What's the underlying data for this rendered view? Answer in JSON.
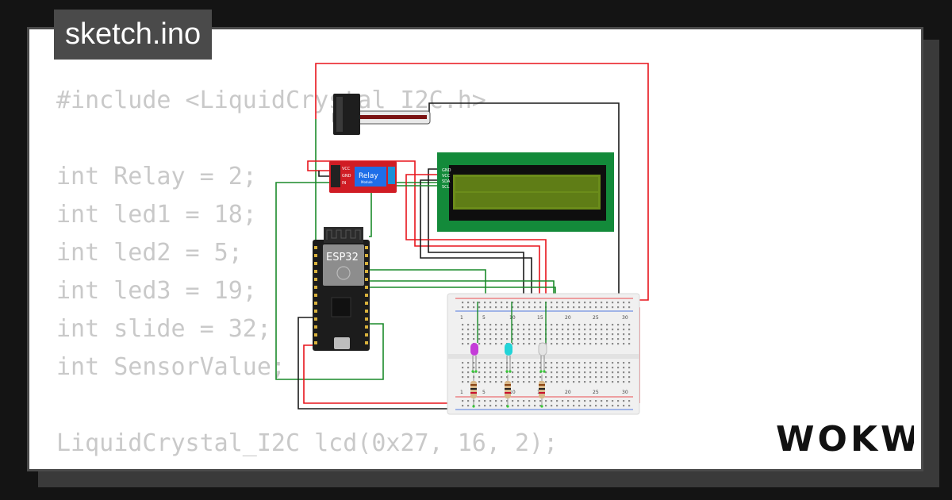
{
  "tab": {
    "filename": "sketch.ino"
  },
  "code_lines": [
    "#include <LiquidCrystal_I2C.h>",
    "",
    "int Relay = 2;",
    "int led1 = 18;",
    "int led2 = 5;",
    "int led3 = 19;",
    "int slide = 32;",
    "int SensorValue;",
    "",
    "LiquidCrystal_I2C lcd(0x27, 16, 2);"
  ],
  "brand": {
    "logo_text": "WOKWi"
  },
  "parts": {
    "esp32_label": "ESP32",
    "relay_label": "Relay",
    "relay_sub": "Module",
    "relay_pins": [
      "VCC",
      "GND",
      "IN"
    ],
    "lcd_pins": [
      "GND",
      "VCC",
      "SDA",
      "SCL"
    ],
    "breadboard_numbers": [
      "1",
      "5",
      "10",
      "15",
      "20",
      "25",
      "30"
    ]
  },
  "colors": {
    "wire_red": "#e8141c",
    "wire_black": "#1a1a1a",
    "wire_green": "#1a8a2a",
    "lcd_board": "#138a3a",
    "lcd_screen": "#6b8c1a",
    "relay_board": "#d01c24",
    "relay_cube": "#1e6ee8",
    "esp32_board": "#1c1c1c"
  }
}
